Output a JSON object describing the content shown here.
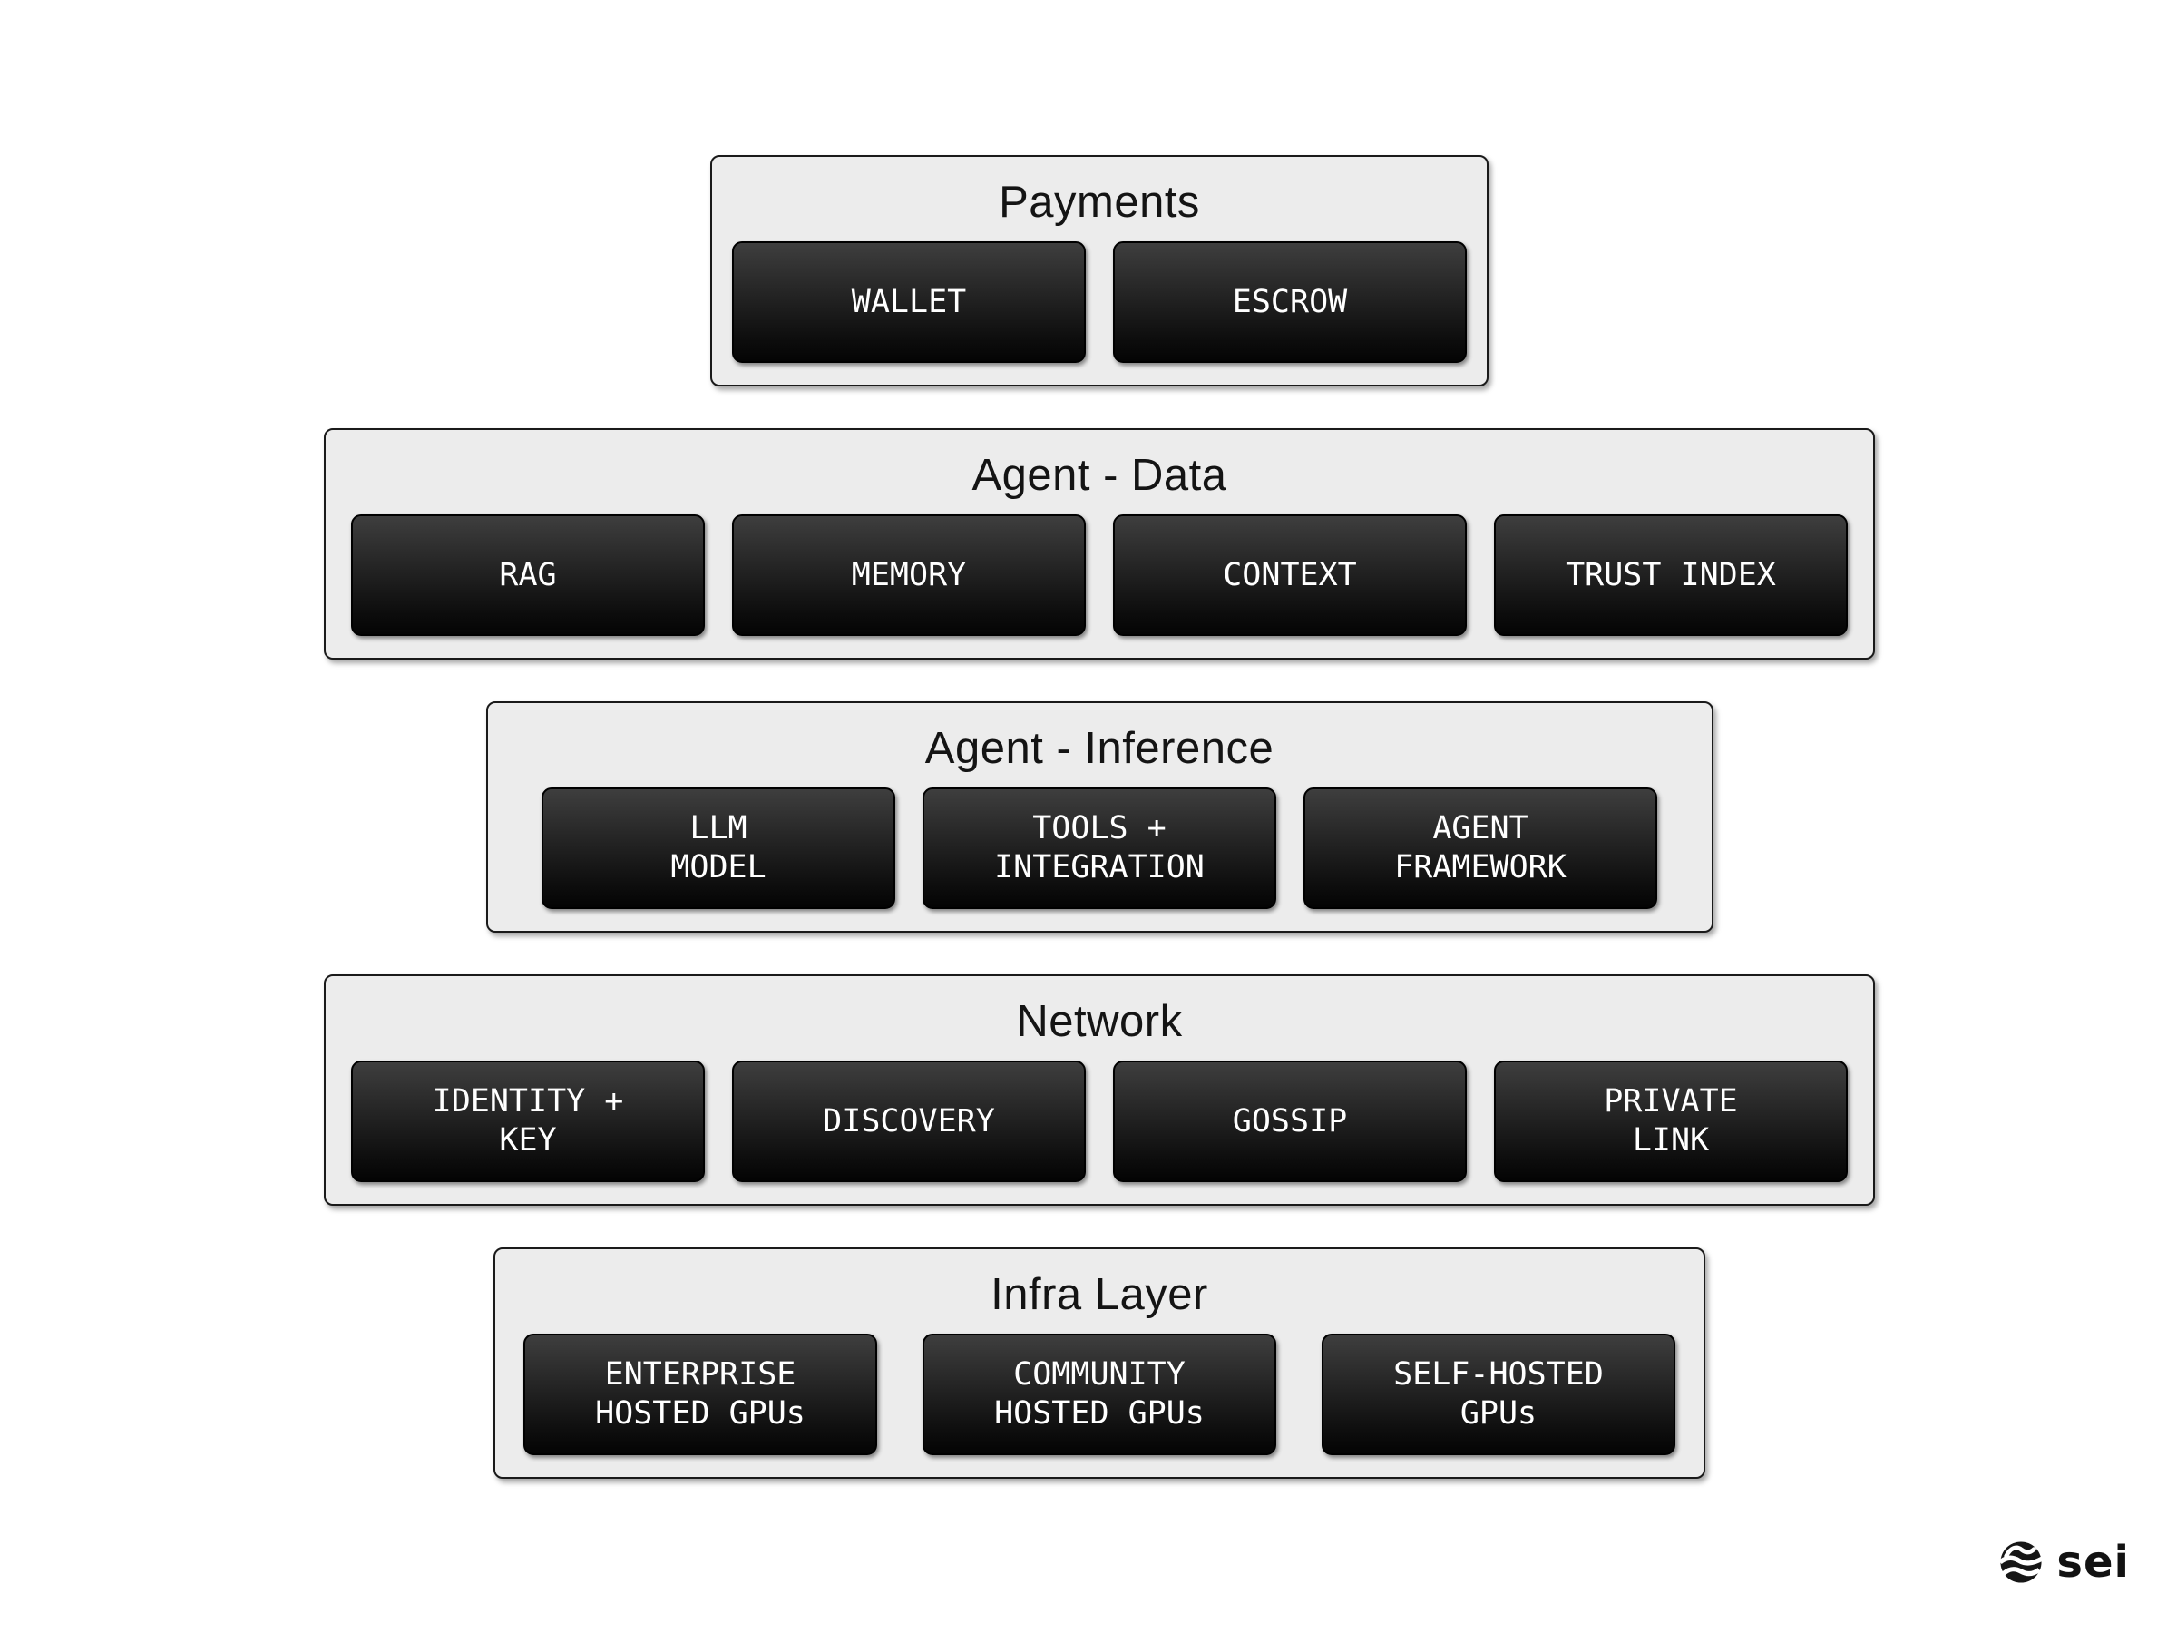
{
  "diagram": {
    "description": "sei agent stack architecture diagram"
  },
  "layers": [
    {
      "title": "Payments",
      "buttons": [
        "WALLET",
        "ESCROW"
      ]
    },
    {
      "title": "Agent - Data",
      "buttons": [
        "RAG",
        "MEMORY",
        "CONTEXT",
        "TRUST INDEX"
      ]
    },
    {
      "title": "Agent - Inference",
      "buttons": [
        "LLM\nMODEL",
        "TOOLS +\nINTEGRATION",
        "AGENT\nFRAMEWORK"
      ]
    },
    {
      "title": "Network",
      "buttons": [
        "IDENTITY +\nKEY",
        "DISCOVERY",
        "GOSSIP",
        "PRIVATE\nLINK"
      ]
    },
    {
      "title": "Infra Layer",
      "buttons": [
        "ENTERPRISE\nHOSTED GPUs",
        "COMMUNITY\nHOSTED GPUs",
        "SELF-HOSTED\nGPUs"
      ]
    }
  ],
  "footer": {
    "logo_icon": "sei-wave-logo",
    "logo_text": "sei"
  },
  "colors": {
    "page_bg": "#ffffff",
    "container_bg": "#ececec",
    "container_border": "#1a1a1a",
    "title_text": "#141414",
    "node_gradient_top": "#3e3e3e",
    "node_gradient_bottom": "#040404",
    "node_text": "#ffffff",
    "logo_color": "#121212"
  }
}
